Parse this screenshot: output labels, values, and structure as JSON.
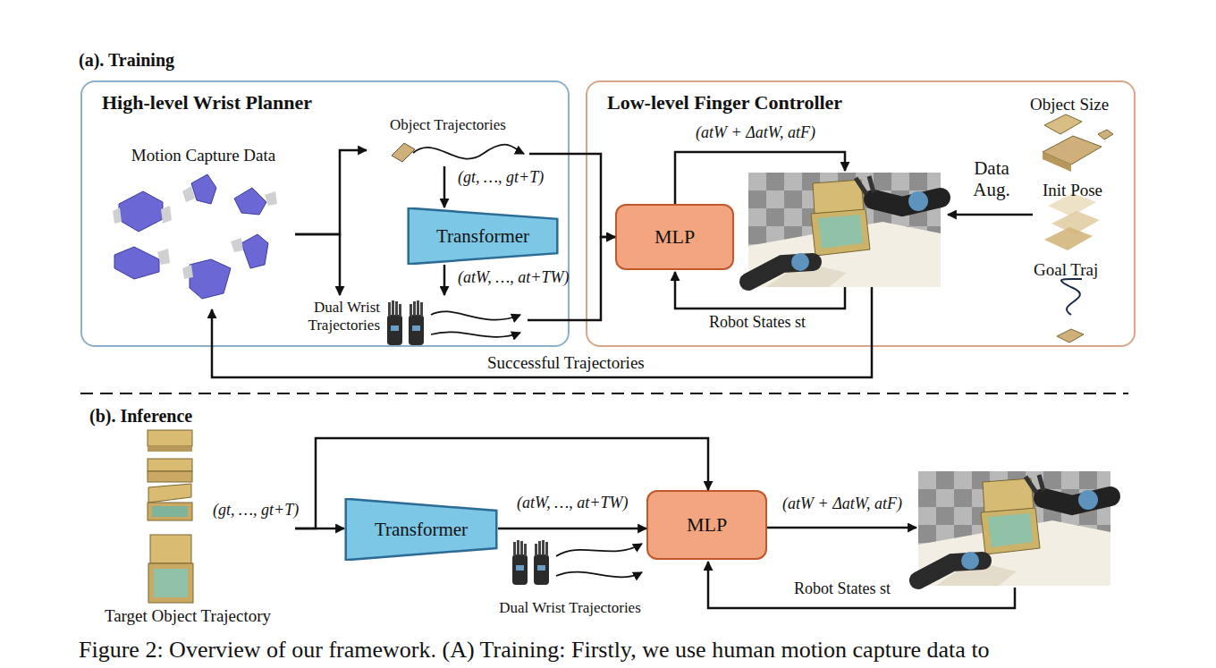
{
  "diagram": {
    "caption": "Figure 2: Overview of our framework. (A) Training: Firstly, we use human motion capture data to",
    "nodes": [
      {
        "text": [
          "High-level Wrist Planner"
        ]
      },
      {
        "text": [
          "Motion Capture Data"
        ],
        "in": 0
      },
      {
        "text": [
          "Object Trajectories"
        ],
        "in": 0
      },
      {
        "text": [
          "Transformer"
        ],
        "in": 0
      },
      {
        "text": [
          "Dual Wrist Trajectories"
        ],
        "in": 0
      },
      {
        "text": [
          "Low-level Finger Controller"
        ]
      },
      {
        "text": [
          "MLP"
        ],
        "in": 5
      },
      {
        "text": [
          "Target Object Trajectory"
        ]
      },
      {
        "text": [
          "Transformer"
        ]
      },
      {
        "text": [
          "Dual Wrist Trajectories"
        ]
      },
      {
        "text": [
          "MLP"
        ]
      }
    ],
    "edges": [
      {
        "from": 1,
        "to": 2,
        "arrow": "to"
      },
      {
        "from": 1,
        "to": 4,
        "arrow": "to"
      },
      {
        "from": 2,
        "to": 3,
        "label": "(gt, …, gt+T)",
        "arrow": "to"
      },
      {
        "from": 3,
        "to": 4,
        "label": "(atW, …, at+TW)",
        "arrow": "to"
      },
      {
        "from": 2,
        "to": 6,
        "arrow": "to"
      },
      {
        "from": 4,
        "to": 6,
        "arrow": "to"
      },
      {
        "from": 7,
        "to": 8,
        "label": "(gt, …, gt+T)",
        "arrow": "to"
      },
      {
        "from": 7,
        "to": 10,
        "arrow": "to"
      },
      {
        "from": 8,
        "to": 10,
        "label": "(atW, …, at+TW)",
        "arrow": "to"
      }
    ],
    "labels": [
      "(a). Training",
      "(atW + ΔatW, atF)",
      "Robot States st",
      "Data Aug.",
      "Object Size",
      "Init Pose",
      "Goal Traj",
      "Successful Trajectories",
      "(b). Inference",
      "(atW + ΔatW, atF)",
      "Robot States st"
    ]
  }
}
